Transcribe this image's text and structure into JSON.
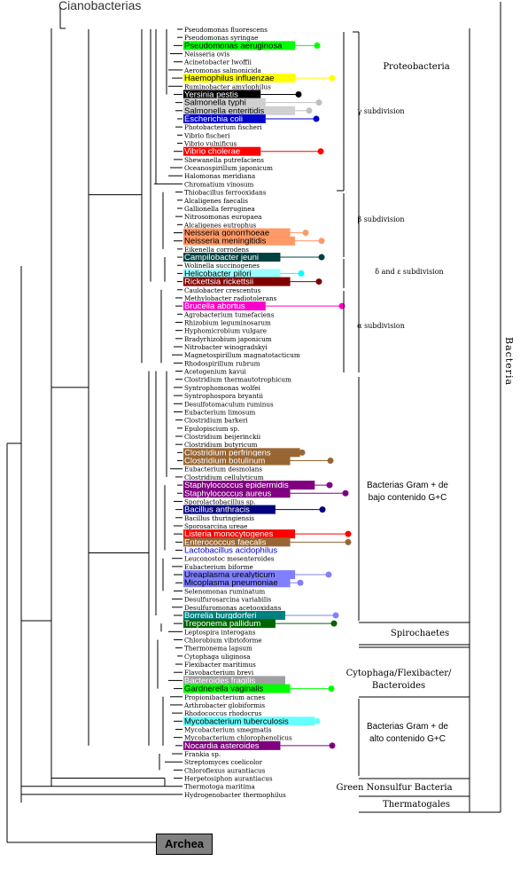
{
  "title": "Cianobacterias",
  "archea_label": "Archea",
  "domain_label": "Bacteria",
  "colors": {
    "green": "#00ff00",
    "yellow": "#ffff00",
    "black": "#000000",
    "gray": "#c0c0c0",
    "blue": "#0000cc",
    "red": "#ff0000",
    "orange": "#ff9966",
    "darkgreen": "#004040",
    "cyan": "#00ffff",
    "maroon": "#800000",
    "magenta": "#ff00cc",
    "brown": "#996633",
    "purple": "#800080",
    "navy": "#000080",
    "ltblue": "#8080ff",
    "teal": "#008080",
    "olive": "#006600"
  },
  "taxa": [
    {
      "name": "Pseudomonas fluorescens"
    },
    {
      "name": "Pseudomonas syringae"
    },
    {
      "name": "Pseudomonas aeruginosa",
      "bg": "#00ff00",
      "fg": "#000000",
      "dot": "#00ff00"
    },
    {
      "name": "Neisseria ovis"
    },
    {
      "name": "Acinetobacter lwoffii"
    },
    {
      "name": "Aeromonas salmonicida"
    },
    {
      "name": "Haemophilus influenzae",
      "bg": "#ffff00",
      "fg": "#000000",
      "dot": "#ffff00"
    },
    {
      "name": "Ruminobacter amylophilus"
    },
    {
      "name": "Yersinia pestis",
      "bg": "#000000",
      "fg": "#ffffff",
      "dot": "#000000"
    },
    {
      "name": "Salmonella typhi",
      "bg": "#d0d0d0",
      "fg": "#000000",
      "dot": "#c0c0c0"
    },
    {
      "name": "Salmonella enteritidis",
      "bg": "#d0d0d0",
      "fg": "#000000",
      "dot": "#c0c0c0"
    },
    {
      "name": "Escherichia coli",
      "bg": "#0000cc",
      "fg": "#ffffff",
      "dot": "#0000cc"
    },
    {
      "name": "Photobacterium fischeri"
    },
    {
      "name": "Vibrio fischeri"
    },
    {
      "name": "Vibrio vulnificus"
    },
    {
      "name": "Vibrio cholerae",
      "bg": "#ff0000",
      "fg": "#ffffff",
      "dot": "#ff0000"
    },
    {
      "name": "Shewanella putrefaciens"
    },
    {
      "name": "Oceanospirillum japonicum"
    },
    {
      "name": "Halomonas meridiana"
    },
    {
      "name": "Chromatium vinosum"
    },
    {
      "name": "Thiobacillus ferrooxidans"
    },
    {
      "name": "Alcaligenes faecalis"
    },
    {
      "name": "Gallionella ferruginea"
    },
    {
      "name": "Nitrosomonas europaea"
    },
    {
      "name": "Alcaligenes eutrophus"
    },
    {
      "name": "Neisseria gonorrhoeae",
      "bg": "#ff9966",
      "fg": "#000000",
      "dot": "#ff9966"
    },
    {
      "name": "Neisseria meningitidis",
      "bg": "#ff9966",
      "fg": "#000000",
      "dot": "#ff9966"
    },
    {
      "name": "Eikenella corrodens"
    },
    {
      "name": "Campilobacter jeuni",
      "bg": "#004040",
      "fg": "#ffffff",
      "dot": "#004040"
    },
    {
      "name": "Wolinella succinogenes"
    },
    {
      "name": "Helicobacter pilori",
      "bg": "#99ffff",
      "fg": "#000000",
      "dot": "#00ffff"
    },
    {
      "name": "Rickettsia rickettsii",
      "bg": "#800000",
      "fg": "#ffffff",
      "dot": "#800000"
    },
    {
      "name": "Caulobacter crescentus"
    },
    {
      "name": "Methylobacter radiotolerans"
    },
    {
      "name": "Brucella abortus",
      "bg": "#ff00cc",
      "fg": "#ffffff",
      "dot": "#ff00cc"
    },
    {
      "name": "Agrobacterium tumefaciens"
    },
    {
      "name": "Rhizobium leguminosarum"
    },
    {
      "name": "Hyphomicrobium vulgare"
    },
    {
      "name": "Bradyrhizobium japonicum"
    },
    {
      "name": "Nitrobacter winogradskyi"
    },
    {
      "name": "Magnetospirillum magnatotacticum"
    },
    {
      "name": "Rhodospirillum rubrum"
    },
    {
      "name": "Acetogenium kavui"
    },
    {
      "name": "Clostridium thermautotrophicum"
    },
    {
      "name": "Syntrophomonas wolfei"
    },
    {
      "name": "Syntrophospora bryantii"
    },
    {
      "name": "Desulfotomaculum ruminus"
    },
    {
      "name": "Eubacterium limosum"
    },
    {
      "name": "Clostridium barkeri"
    },
    {
      "name": "Epulopiscium sp."
    },
    {
      "name": "Clostridium beijerinckii"
    },
    {
      "name": "Clostridium butyricum"
    },
    {
      "name": "Clostridium perfringens",
      "bg": "#996633",
      "fg": "#ffffff",
      "dot": "#996633"
    },
    {
      "name": "Clostridium botulinum",
      "bg": "#996633",
      "fg": "#ffffff",
      "dot": "#996633"
    },
    {
      "name": "Eubacterium desmolans"
    },
    {
      "name": "Clostridium cellulyticum"
    },
    {
      "name": "Staphylococcus epidermidis",
      "bg": "#800080",
      "fg": "#ffffff",
      "dot": "#800080"
    },
    {
      "name": "Staphylococcus aureus",
      "bg": "#800080",
      "fg": "#ffffff",
      "dot": "#800080"
    },
    {
      "name": "Sporolactobacillus sp."
    },
    {
      "name": "Bacillus anthracis",
      "bg": "#000080",
      "fg": "#ffffff",
      "dot": "#000080"
    },
    {
      "name": "Bacillus thuringiensis"
    },
    {
      "name": "Sporosarcina ureae"
    },
    {
      "name": "Listeria monocytogenes",
      "bg": "#ff0000",
      "fg": "#ffffff",
      "dot": "#ff0000"
    },
    {
      "name": "Enterococcus faecalis",
      "bg": "#996633",
      "fg": "#ffffff",
      "dot": "#996633"
    },
    {
      "name": "Lactobacillus acidophilus",
      "fg": "#0000cc"
    },
    {
      "name": "Leuconostoc mesenteroides"
    },
    {
      "name": "Eubacterium biforme"
    },
    {
      "name": "Ureaplasma urealyticum",
      "bg": "#8080ff",
      "fg": "#000000",
      "dot": "#8080ff"
    },
    {
      "name": "Micoplasma pneumoniae",
      "bg": "#8080ff",
      "fg": "#000000",
      "dot": "#8080ff"
    },
    {
      "name": "Selenomonas ruminatum"
    },
    {
      "name": "Desulfurosarcina variabilis"
    },
    {
      "name": "Desulfuromonas acetooxidans"
    },
    {
      "name": "Borrelia burgdorferi",
      "bg": "#008080",
      "fg": "#ffffff",
      "dot": "#8080ff"
    },
    {
      "name": "Treponema pallidum",
      "bg": "#006600",
      "fg": "#ffffff",
      "dot": "#006600"
    },
    {
      "name": "Leptospira interogans"
    },
    {
      "name": "Chlorobium vibrioforme"
    },
    {
      "name": "Thermonema lapsum"
    },
    {
      "name": "Cytophaga uliginosa"
    },
    {
      "name": "Flexibacter maritimus"
    },
    {
      "name": "Flavobacterium brevi"
    },
    {
      "name": "Bacteroides fragilis",
      "bg": "#a0a0a0",
      "fg": "#ffffff"
    },
    {
      "name": "Gardnerella vaginalis",
      "bg": "#00ff00",
      "fg": "#000000",
      "dot": "#00ff00"
    },
    {
      "name": "Propionibacterium acnes"
    },
    {
      "name": "Arthrobacter globiformis"
    },
    {
      "name": "Rhodococcus rhodocrus"
    },
    {
      "name": "Mycobacterium tuberculosis",
      "bg": "#66ffff",
      "fg": "#000000",
      "dot": "#66ffff"
    },
    {
      "name": "Mycobacterium smegmatis"
    },
    {
      "name": "Mycobacterium chlorophenolicus"
    },
    {
      "name": "Nocardia asteroides",
      "bg": "#800080",
      "fg": "#ffffff",
      "dot": "#800080"
    },
    {
      "name": "Frankia sp."
    },
    {
      "name": "Streptomyces coelicolor"
    },
    {
      "name": "Chloroflexus aurantiacus"
    },
    {
      "name": "Herpetosiphon aurantiacus"
    },
    {
      "name": "Thermotoga maritima"
    },
    {
      "name": "Hydrogenobacter thermophilus"
    }
  ],
  "groups": [
    {
      "lines": [
        "Proteobacteria"
      ],
      "cls": "grp"
    },
    {
      "lines": [
        "γ subdivision"
      ],
      "cls": "sub"
    },
    {
      "lines": [
        "β subdivision"
      ],
      "cls": "sub"
    },
    {
      "lines": [
        "δ and ε subdivision"
      ],
      "cls": "sub"
    },
    {
      "lines": [
        "α subdivision"
      ],
      "cls": "sub"
    },
    {
      "lines": [
        "Bacterias Gram + de",
        "bajo contenido G+C"
      ],
      "cls": "grp2"
    },
    {
      "lines": [
        "Spirochaetes"
      ],
      "cls": "grp"
    },
    {
      "lines": [
        "Cytophaga/Flexibacter/",
        "Bacteroides"
      ],
      "cls": "grp"
    },
    {
      "lines": [
        "Bacterias Gram + de",
        "alto contenido G+C"
      ],
      "cls": "grp2"
    },
    {
      "lines": [
        "Green Nonsulfur Bacteria"
      ],
      "cls": "grp"
    },
    {
      "lines": [
        "Thermatogales"
      ],
      "cls": "grp"
    }
  ]
}
